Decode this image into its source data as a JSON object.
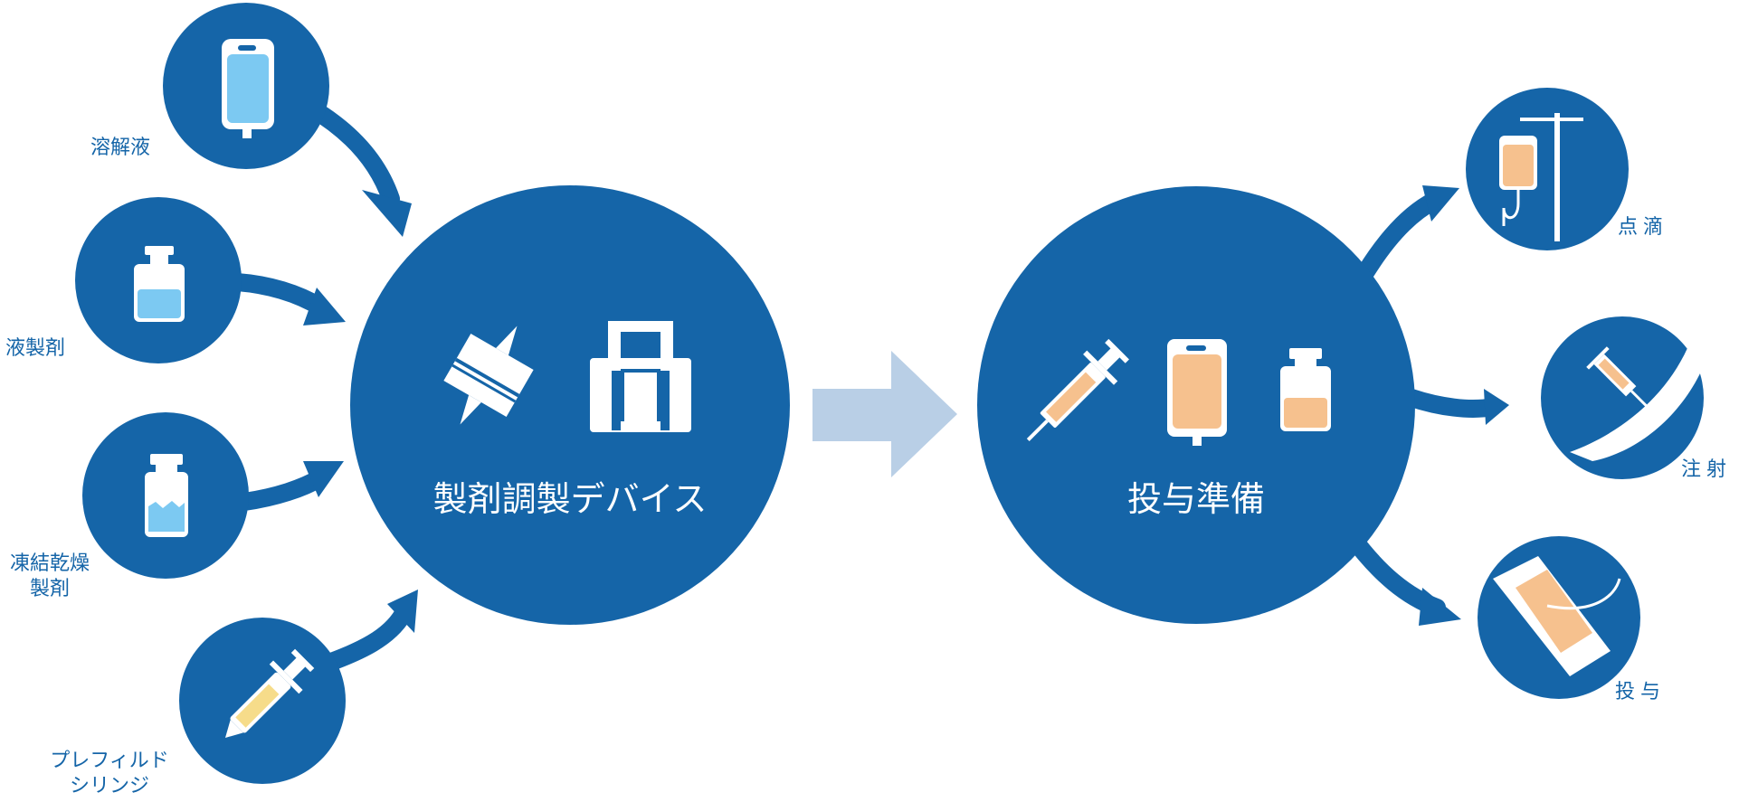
{
  "colors": {
    "primary": "#1565a8",
    "light_arrow": "#b9cfe6",
    "blue_fluid": "#7cc9f2",
    "orange_fluid": "#f6c18e",
    "yellow_fluid": "#f6dc8a"
  },
  "inputs": [
    {
      "label": "溶解液",
      "icon": "infusion-bag-icon"
    },
    {
      "label": "液製剤",
      "icon": "vial-liquid-icon"
    },
    {
      "label": "凍結乾燥製剤",
      "label_line1": "凍結乾燥",
      "label_line2": "製剤",
      "icon": "vial-lyophilized-icon"
    },
    {
      "label": "プレフィルドシリンジ",
      "label_line1": "プレフィルド",
      "label_line2": "シリンジ",
      "icon": "prefilled-syringe-icon"
    }
  ],
  "center": {
    "label": "製剤調製デバイス",
    "icons": [
      "connector-device-icon",
      "transfer-device-icon"
    ]
  },
  "prep": {
    "label": "投与準備",
    "icons": [
      "syringe-icon",
      "infusion-bag-icon",
      "vial-icon"
    ]
  },
  "outputs": [
    {
      "label": "点滴",
      "icon": "iv-drip-icon"
    },
    {
      "label": "注射",
      "icon": "injection-icon"
    },
    {
      "label": "投与",
      "icon": "catheter-icon"
    }
  ]
}
